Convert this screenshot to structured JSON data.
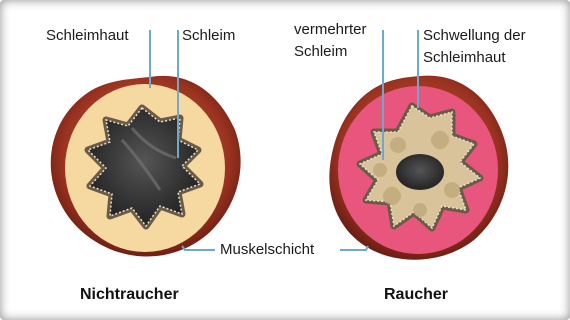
{
  "labels": {
    "schleimhaut": "Schleimhaut",
    "schleim": "Schleim",
    "vermehrter_schleim_1": "vermehrter",
    "vermehrter_schleim_2": "Schleim",
    "schwellung_1": "Schwellung der",
    "schwellung_2": "Schleimhaut",
    "muskelschicht": "Muskelschicht"
  },
  "captions": {
    "left": "Nichtraucher",
    "right": "Raucher"
  },
  "colors": {
    "outer_tissue": "#8b2a1e",
    "muscle": "#6b5a45",
    "mucosa_normal": "#f6d9a0",
    "mucosa_swollen": "#e8557d",
    "lumen": "#2b2b2b",
    "mucus": "#d9c39a",
    "leader": "#6fa8c8"
  }
}
